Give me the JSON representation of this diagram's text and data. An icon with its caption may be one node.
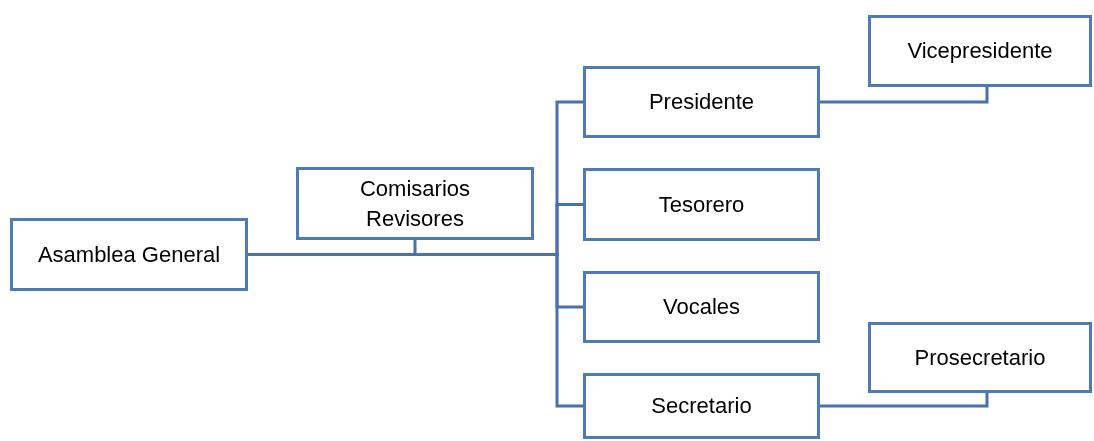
{
  "diagram": {
    "nodes": [
      {
        "text": [
          "Asamblea General"
        ]
      },
      {
        "text": [
          "Comisarios Revisores"
        ]
      },
      {
        "text": [
          "Presidente"
        ]
      },
      {
        "text": [
          "Tesorero"
        ]
      },
      {
        "text": [
          "Vocales"
        ]
      },
      {
        "text": [
          "Secretario"
        ]
      },
      {
        "text": [
          "Vicepresidente"
        ]
      },
      {
        "text": [
          "Prosecretario"
        ]
      }
    ],
    "edges": [
      {
        "from": 0,
        "to": 1,
        "arrow": "none"
      },
      {
        "from": 0,
        "to": 2,
        "arrow": "none"
      },
      {
        "from": 0,
        "to": 3,
        "arrow": "none"
      },
      {
        "from": 0,
        "to": 4,
        "arrow": "none"
      },
      {
        "from": 0,
        "to": 5,
        "arrow": "none"
      },
      {
        "from": 2,
        "to": 6,
        "arrow": "none"
      },
      {
        "from": 5,
        "to": 7,
        "arrow": "none"
      }
    ]
  }
}
